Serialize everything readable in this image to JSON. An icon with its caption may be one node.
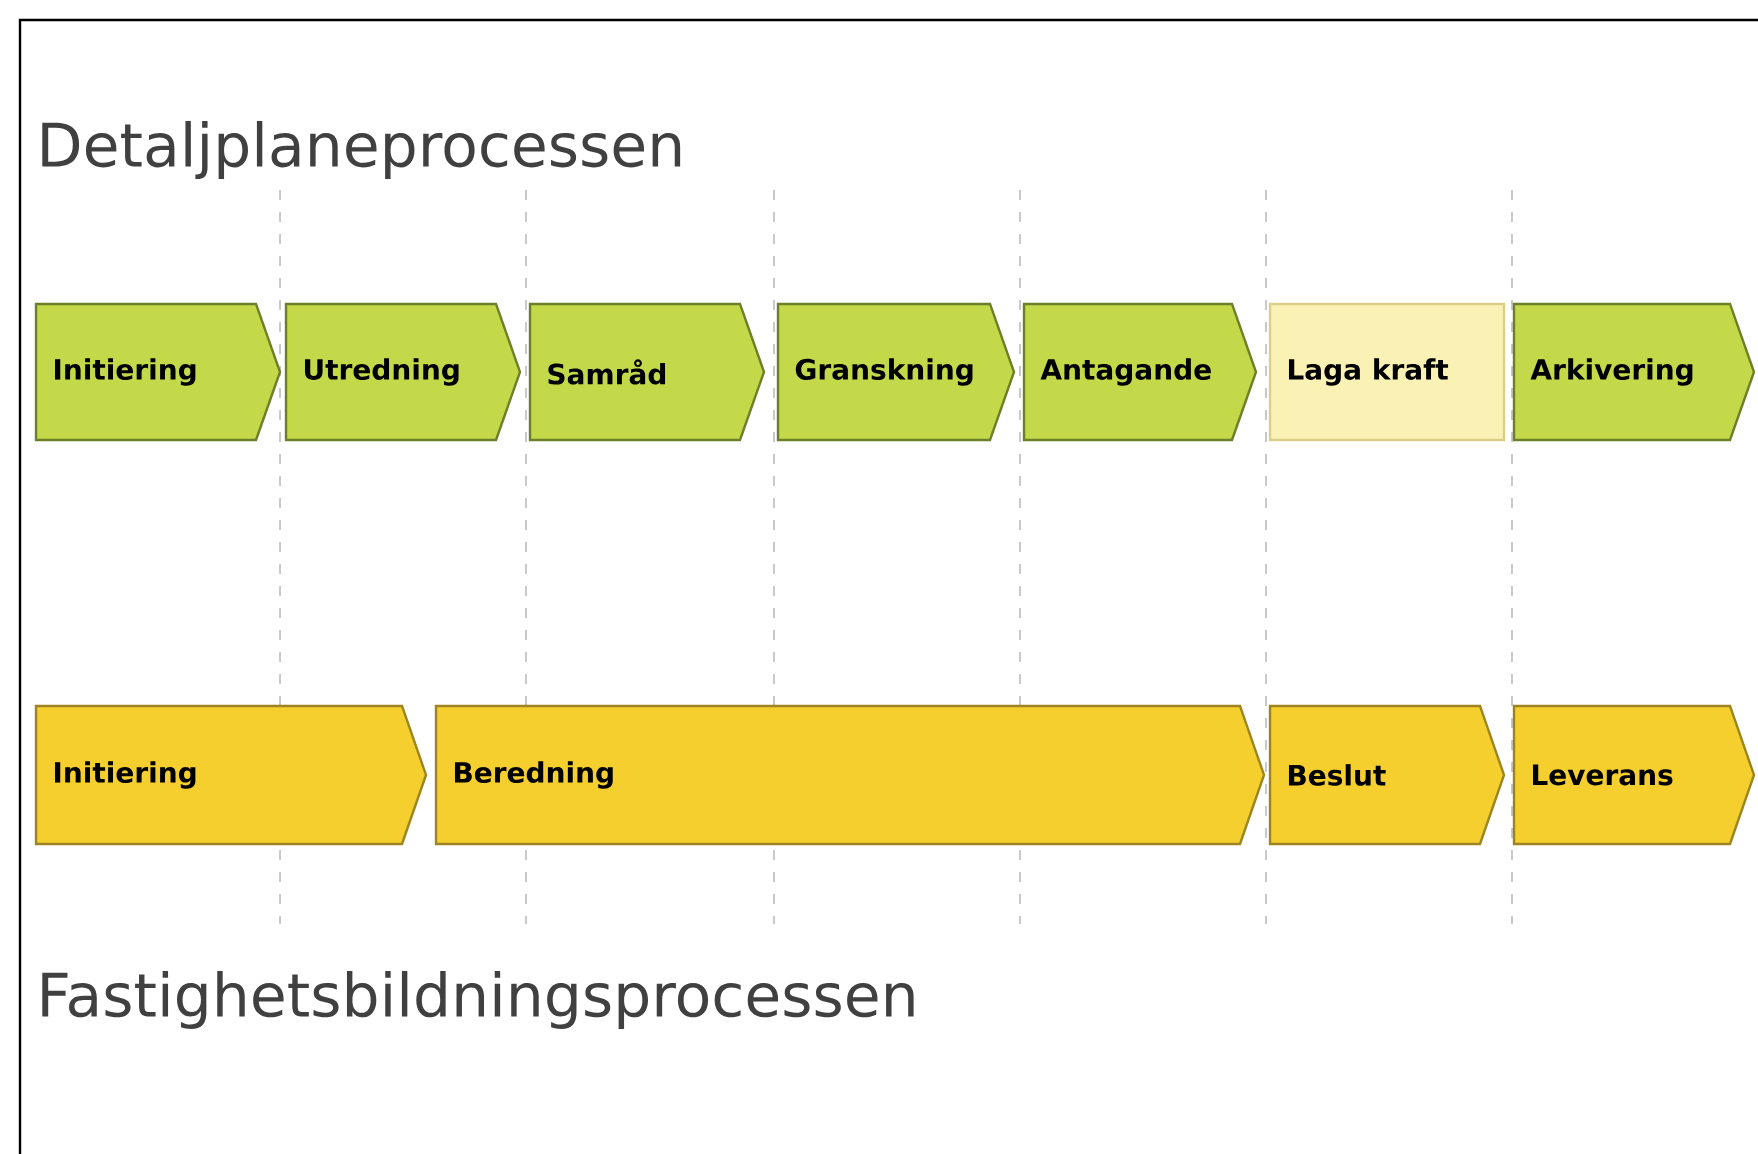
{
  "diagram": {
    "title": "Detaljplaneprocessen",
    "nodes": [
      {
        "text": [
          "Initiering"
        ]
      },
      {
        "text": [
          "Utredning"
        ]
      },
      {
        "text": [
          "Samråd"
        ]
      },
      {
        "text": [
          "Granskning"
        ]
      },
      {
        "text": [
          "Antagande"
        ]
      },
      {
        "text": [
          "Laga kraft"
        ]
      },
      {
        "text": [
          "Arkivering"
        ]
      },
      {
        "text": [
          "Initiering"
        ]
      },
      {
        "text": [
          "Beredning"
        ]
      },
      {
        "text": [
          "Beslut"
        ]
      },
      {
        "text": [
          "Leverans"
        ]
      }
    ],
    "labels": [
      "Fastighetsbildningsprocessen"
    ]
  }
}
